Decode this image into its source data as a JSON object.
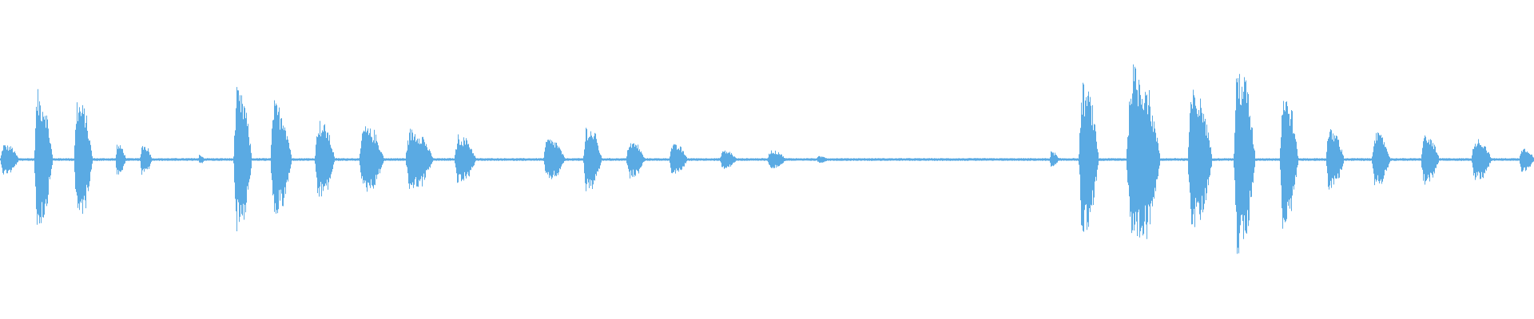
{
  "waveform": {
    "color": "#5aaae3",
    "background": "#ffffff",
    "duration_fraction_shown": 1.0,
    "bursts": [
      {
        "start": 0.0,
        "end": 0.012,
        "peak": 0.1
      },
      {
        "start": 0.022,
        "end": 0.034,
        "peak": 0.45
      },
      {
        "start": 0.048,
        "end": 0.06,
        "peak": 0.4
      },
      {
        "start": 0.075,
        "end": 0.082,
        "peak": 0.1
      },
      {
        "start": 0.091,
        "end": 0.099,
        "peak": 0.1
      },
      {
        "start": 0.129,
        "end": 0.133,
        "peak": 0.03
      },
      {
        "start": 0.152,
        "end": 0.164,
        "peak": 0.46
      },
      {
        "start": 0.176,
        "end": 0.19,
        "peak": 0.38
      },
      {
        "start": 0.205,
        "end": 0.218,
        "peak": 0.26
      },
      {
        "start": 0.234,
        "end": 0.25,
        "peak": 0.22
      },
      {
        "start": 0.264,
        "end": 0.282,
        "peak": 0.2
      },
      {
        "start": 0.296,
        "end": 0.31,
        "peak": 0.16
      },
      {
        "start": 0.354,
        "end": 0.368,
        "peak": 0.14
      },
      {
        "start": 0.38,
        "end": 0.392,
        "peak": 0.22
      },
      {
        "start": 0.408,
        "end": 0.42,
        "peak": 0.12
      },
      {
        "start": 0.436,
        "end": 0.448,
        "peak": 0.1
      },
      {
        "start": 0.469,
        "end": 0.48,
        "peak": 0.06
      },
      {
        "start": 0.5,
        "end": 0.512,
        "peak": 0.06
      },
      {
        "start": 0.532,
        "end": 0.54,
        "peak": 0.02
      },
      {
        "start": 0.684,
        "end": 0.69,
        "peak": 0.05
      },
      {
        "start": 0.703,
        "end": 0.716,
        "peak": 0.5
      },
      {
        "start": 0.734,
        "end": 0.756,
        "peak": 0.62
      },
      {
        "start": 0.774,
        "end": 0.79,
        "peak": 0.46
      },
      {
        "start": 0.804,
        "end": 0.818,
        "peak": 0.62
      },
      {
        "start": 0.834,
        "end": 0.846,
        "peak": 0.44
      },
      {
        "start": 0.864,
        "end": 0.876,
        "peak": 0.2
      },
      {
        "start": 0.894,
        "end": 0.906,
        "peak": 0.18
      },
      {
        "start": 0.926,
        "end": 0.938,
        "peak": 0.16
      },
      {
        "start": 0.959,
        "end": 0.972,
        "peak": 0.14
      },
      {
        "start": 0.99,
        "end": 1.0,
        "peak": 0.08
      }
    ],
    "baseline_noise": 0.006
  }
}
